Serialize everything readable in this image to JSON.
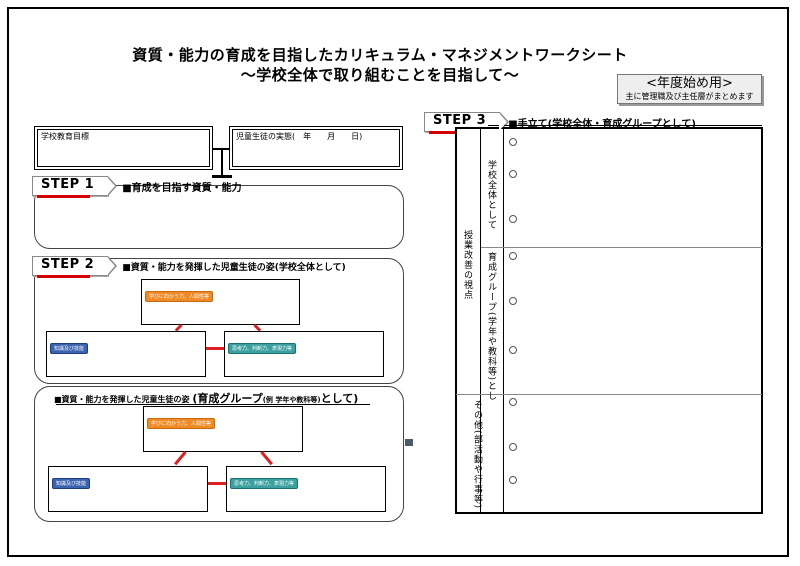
{
  "title": {
    "line1": "資質・能力の育成を目指したカリキュラム・マネジメントワークシート",
    "line2": "～学校全体で取り組むことを目指して～"
  },
  "badge": {
    "title": "<年度始め用>",
    "subtitle": "主に管理職及び主任層がまとめます"
  },
  "top_boxes": {
    "school_goal": "学校教育目標",
    "students_reality": "児童生徒の実態(　年　　月　　日)"
  },
  "step1": {
    "tag": "STEP 1",
    "label": "■育成を目指す資質・能力"
  },
  "step2": {
    "tag": "STEP 2",
    "label": "■資質・能力を発揮した児童生徒の姿(学校全体として)",
    "tags": {
      "top": "学びに向かう力、人間性等",
      "left": "知識及び技能",
      "right": "思考力、判断力、表現力等"
    }
  },
  "step2b": {
    "label_prefix": "■資質・能力を発揮した児童生徒の姿",
    "label_main": "(育成グループ",
    "label_small": "(例 学年や教科等)",
    "label_end": "として)",
    "tags": {
      "top": "学びに向かう力、人間性等",
      "left": "知識及び技能",
      "right": "思考力、判断力、表現力等"
    }
  },
  "step3": {
    "tag": "STEP 3",
    "label": "■手立て(学校全体・育成グループとして)",
    "side_label": "授業改善の視点",
    "rows": [
      "学校全体として",
      "育成グループ(学年や教科等)とし",
      "その他(部活動や行事等)"
    ]
  }
}
